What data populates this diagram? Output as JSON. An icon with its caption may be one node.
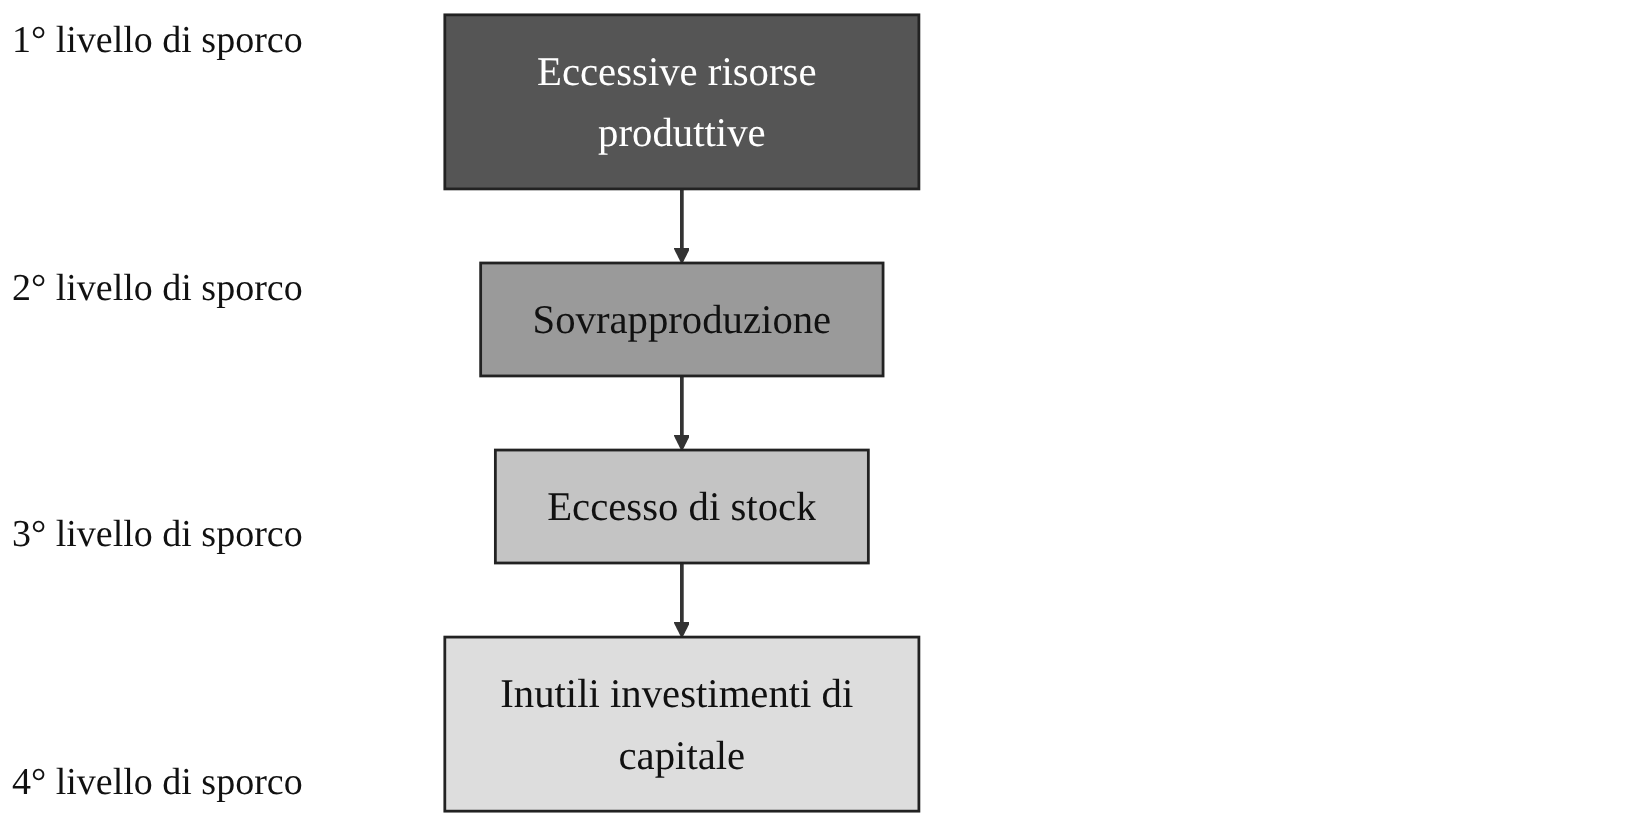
{
  "diagram": {
    "nodes": [
      {
        "text": [
          "Eccessive risorse produttive"
        ]
      },
      {
        "text": [
          "Sovrapproduzione"
        ]
      },
      {
        "text": [
          "Eccesso di stock"
        ]
      },
      {
        "text": [
          "Inutili investimenti di capitale"
        ]
      }
    ],
    "edges": [
      {
        "from": 0,
        "to": 1,
        "arrow": "to"
      },
      {
        "from": 1,
        "to": 2,
        "arrow": "to"
      },
      {
        "from": 2,
        "to": 3,
        "arrow": "to"
      }
    ],
    "labels": [
      "1° livello di sporco",
      "2° livello di sporco",
      "3° livello di sporco",
      "4° livello di sporco"
    ]
  }
}
